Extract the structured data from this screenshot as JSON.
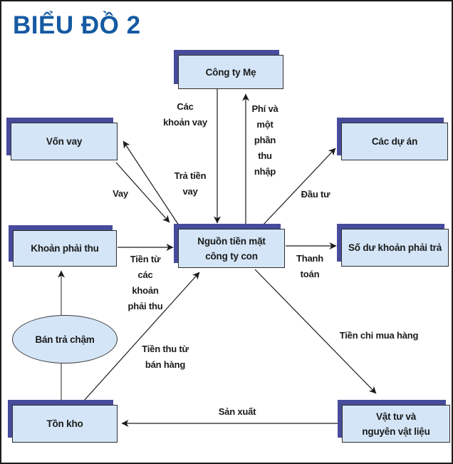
{
  "title": "BIỂU ĐỒ 2",
  "nodes": {
    "parent": {
      "label": "Công ty Mẹ"
    },
    "von_vay": {
      "label": "Vốn vay"
    },
    "du_an": {
      "label": "Các dự án"
    },
    "phai_thu": {
      "label": "Khoản phải thu"
    },
    "center": {
      "label": "Nguồn tiền mặt\ncông ty con"
    },
    "phai_tra": {
      "label": "Số dư khoản phải trả"
    },
    "ban_tra_cham": {
      "label": "Bán trả chậm"
    },
    "ton_kho": {
      "label": "Tồn kho"
    },
    "vat_tu": {
      "label": "Vật tư và\nnguyên vật liệu"
    }
  },
  "edge_labels": {
    "cac_khoan_vay": "Các\nkhoản vay",
    "phi_va": "Phí và\nmột\nphần\nthu\nnhập",
    "vay": "Vay",
    "tra_tien_vay": "Trả tiền\nvay",
    "dau_tu": "Đầu tư",
    "tien_tu": "Tiền từ\ncác\nkhoản\nphải thu",
    "thanh_toan": "Thanh\ntoán",
    "tien_thu": "Tiền thu từ\nbán hàng",
    "tien_chi": "Tiền chi mua hàng",
    "san_xuat": "Sản xuất"
  },
  "colors": {
    "box_fill": "#d4e5f7",
    "box_shadow": "#474b9b",
    "box_border": "#2e2e2e",
    "title": "#155aa2",
    "line": "#1a1a1a"
  }
}
